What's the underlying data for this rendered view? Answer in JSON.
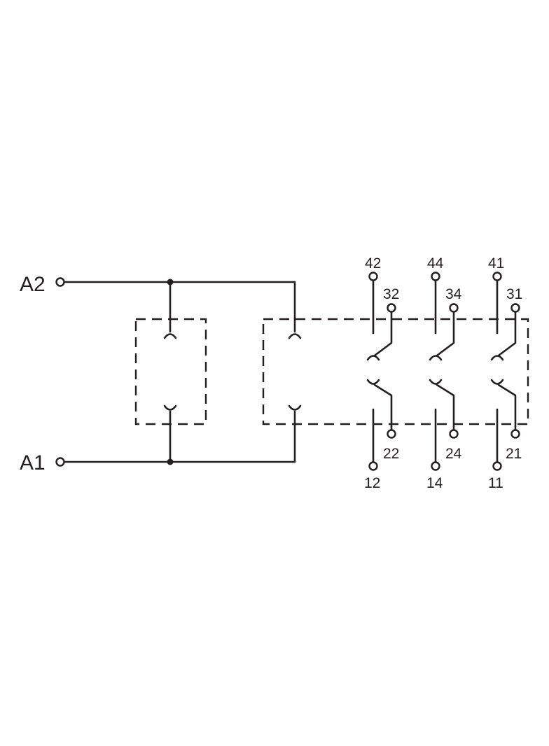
{
  "diagram": {
    "line_color": "#231f20",
    "background": "#ffffff",
    "coil_terminals": [
      "A2",
      "A1"
    ],
    "top_terminals": {
      "row1": [
        "42",
        "44",
        "41"
      ],
      "row2": [
        "32",
        "34",
        "31"
      ]
    },
    "bottom_terminals": {
      "row1": [
        "22",
        "24",
        "21"
      ],
      "row2": [
        "12",
        "14",
        "11"
      ]
    }
  }
}
